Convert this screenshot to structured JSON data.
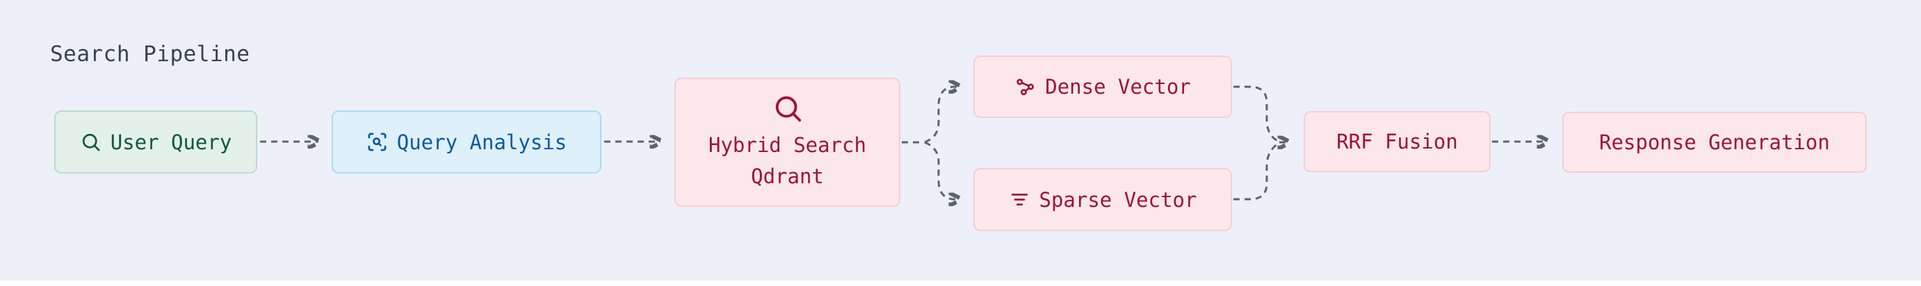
{
  "title": "Search Pipeline",
  "colors": {
    "background": "#edf0f9",
    "bottom_strip": "#ffffff",
    "title_text": "#3a4154",
    "connector": "#5b6472",
    "green_node_fill": "#e3f1ea",
    "green_node_border": "#b9dcca",
    "green_node_text": "#0e5741",
    "blue_node_fill": "#def0fa",
    "blue_node_border": "#aadcf2",
    "blue_node_text": "#0b5a9e",
    "pink_node_fill": "#fce8eb",
    "pink_node_border": "#f7ccd5",
    "pink_node_text": "#a11236"
  },
  "nodes": {
    "user_query": {
      "label": "User Query",
      "icon": "search-icon"
    },
    "query_analysis": {
      "label": "Query Analysis",
      "icon": "scan-search-icon"
    },
    "hybrid_search": {
      "label_line1": "Hybrid Search",
      "label_line2": "Qdrant",
      "icon": "search-icon"
    },
    "dense_vector": {
      "label": "Dense Vector",
      "icon": "waypoints-icon"
    },
    "sparse_vector": {
      "label": "Sparse Vector",
      "icon": "filter-lines-icon"
    },
    "rrf_fusion": {
      "label": "RRF Fusion"
    },
    "response_generation": {
      "label": "Response Generation"
    }
  },
  "edges": [
    "user_query -> query_analysis",
    "query_analysis -> hybrid_search",
    "hybrid_search -> dense_vector",
    "hybrid_search -> sparse_vector",
    "dense_vector -> rrf_fusion",
    "sparse_vector -> rrf_fusion",
    "rrf_fusion -> response_generation"
  ]
}
